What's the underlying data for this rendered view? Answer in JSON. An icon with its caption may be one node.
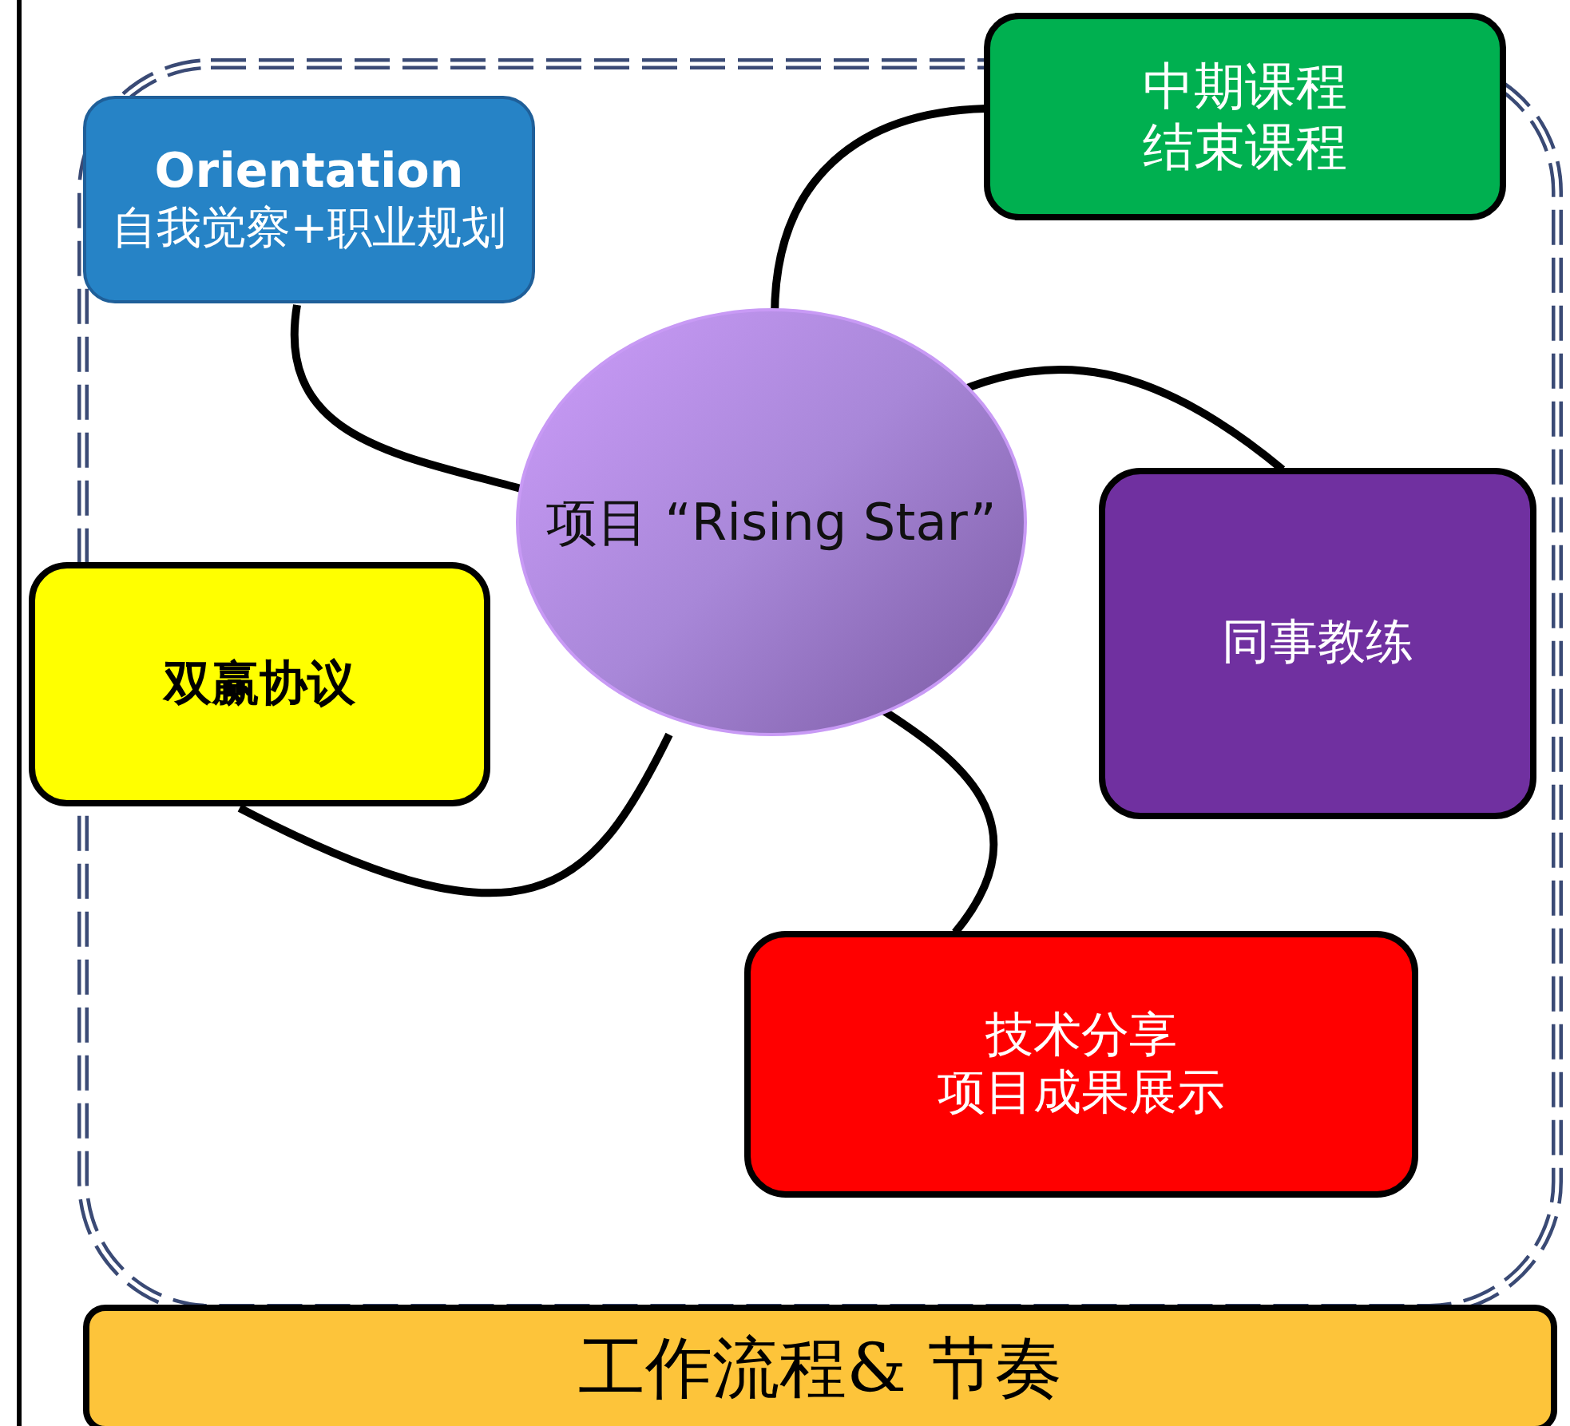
{
  "diagram": {
    "nodes": [
      {
        "text": [
          "Orientation",
          "自我觉察+职业规划"
        ]
      },
      {
        "text": [
          "中期课程",
          "结束课程"
        ]
      },
      {
        "text": [
          "项目 “Rising Star”"
        ]
      },
      {
        "text": [
          "同事教练"
        ]
      },
      {
        "text": [
          "双赢协议"
        ]
      },
      {
        "text": [
          "技术分享",
          "项目成果展示"
        ]
      },
      {
        "text": [
          "工作流程& 节奏"
        ]
      }
    ],
    "edges": [
      {
        "from": 2,
        "to": 0,
        "arrow": "none"
      },
      {
        "from": 2,
        "to": 1,
        "arrow": "none"
      },
      {
        "from": 2,
        "to": 3,
        "arrow": "none"
      },
      {
        "from": 2,
        "to": 4,
        "arrow": "none"
      },
      {
        "from": 2,
        "to": 5,
        "arrow": "none"
      }
    ]
  }
}
